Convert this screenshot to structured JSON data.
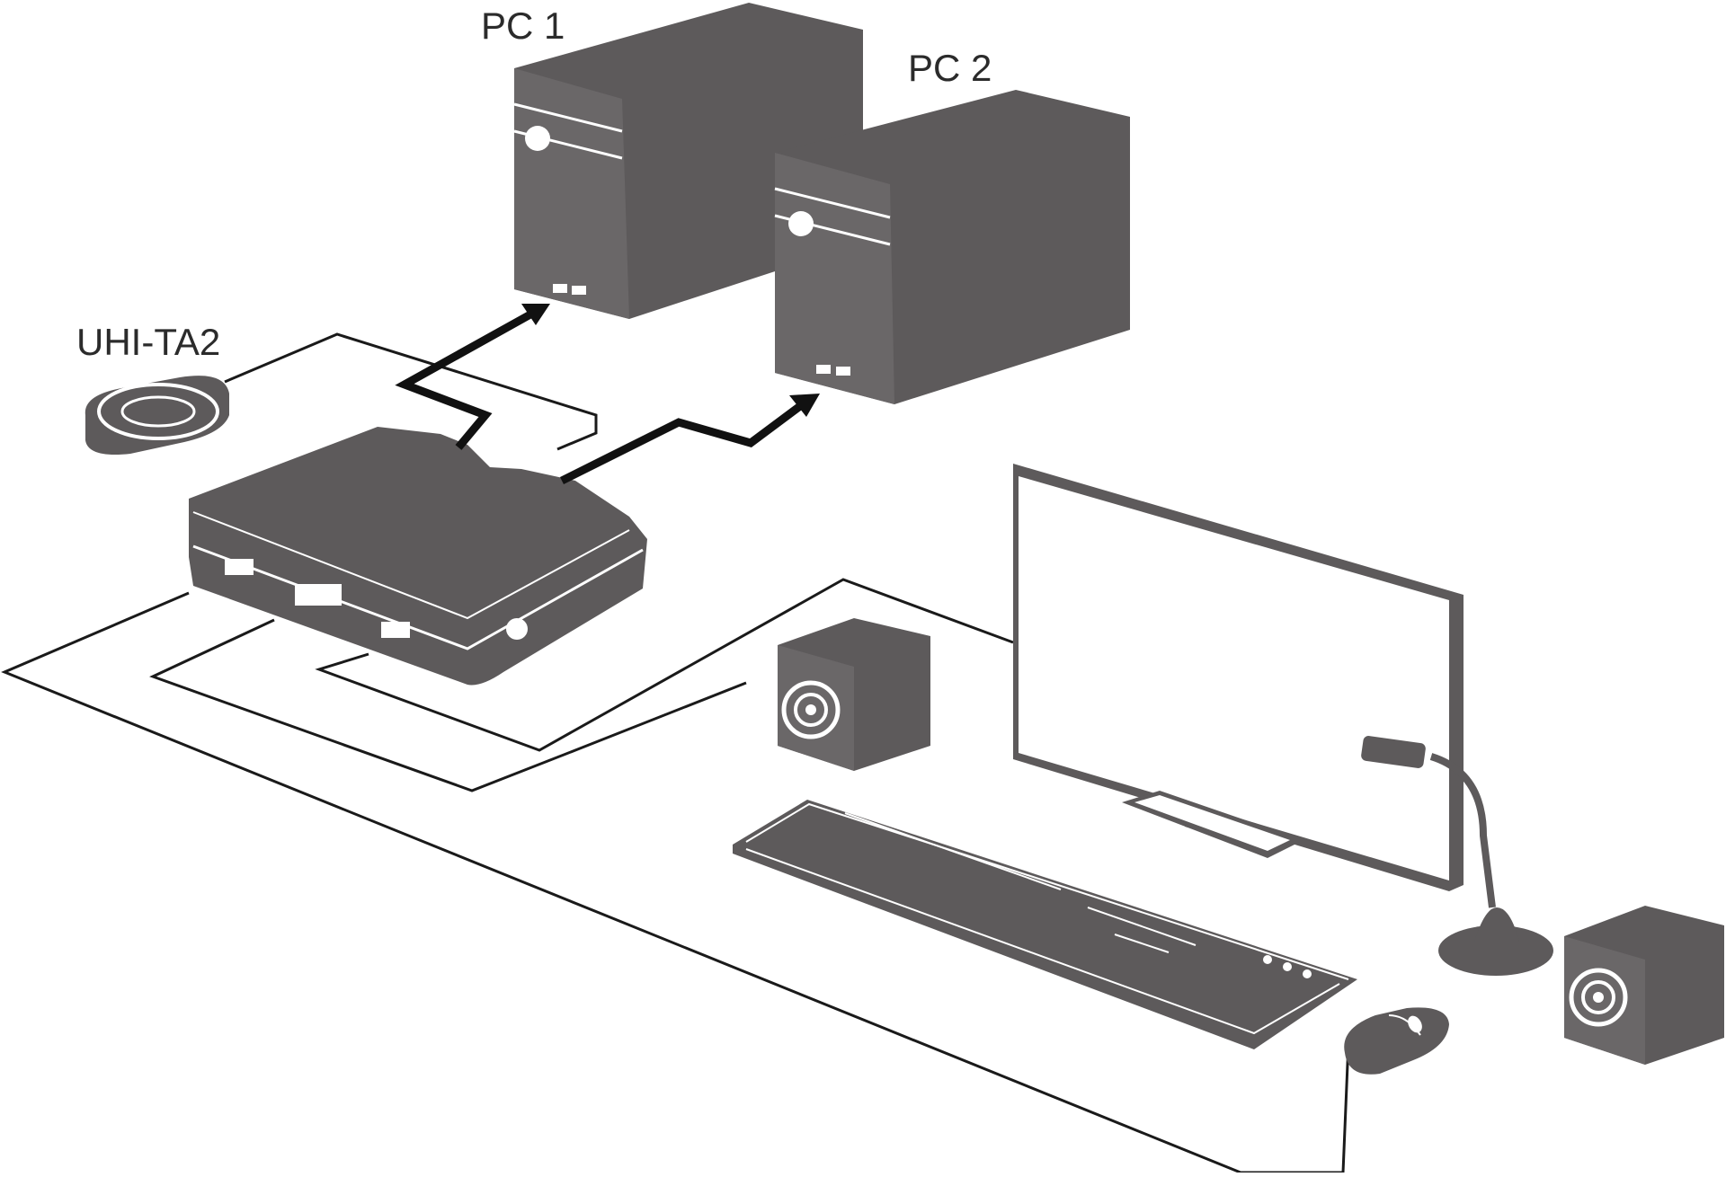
{
  "labels": {
    "pc1": "PC 1",
    "pc2": "PC 2",
    "remote": "UHI-TA2"
  },
  "colors": {
    "device_fill": "#5d5a5b",
    "line": "#1a1a1a",
    "arrow": "#111111",
    "background": "#ffffff"
  }
}
